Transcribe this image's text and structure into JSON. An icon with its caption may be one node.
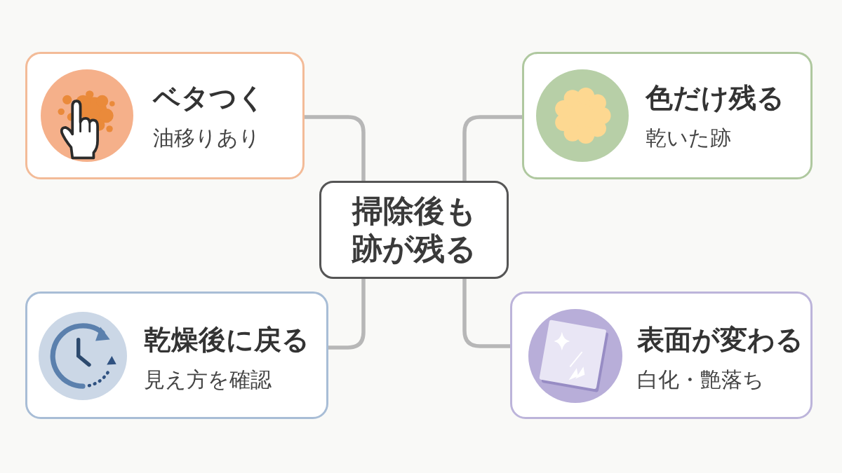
{
  "diagram": {
    "nodes": [
      {
        "text": [
          "ベタつく",
          "油移りあり"
        ]
      },
      {
        "text": [
          "色だけ残る",
          "乾いた跡"
        ]
      },
      {
        "text": [
          "掃除後も跡が残る"
        ]
      },
      {
        "text": [
          "乾燥後に戻る",
          "見え方を確認"
        ]
      },
      {
        "text": [
          "表面が変わる",
          "白化・艶落ち"
        ]
      }
    ],
    "edges": [
      {
        "from": 2,
        "to": 0,
        "arrow": "none"
      },
      {
        "from": 2,
        "to": 1,
        "arrow": "none"
      },
      {
        "from": 2,
        "to": 3,
        "arrow": "none"
      },
      {
        "from": 2,
        "to": 4,
        "arrow": "none"
      }
    ]
  }
}
